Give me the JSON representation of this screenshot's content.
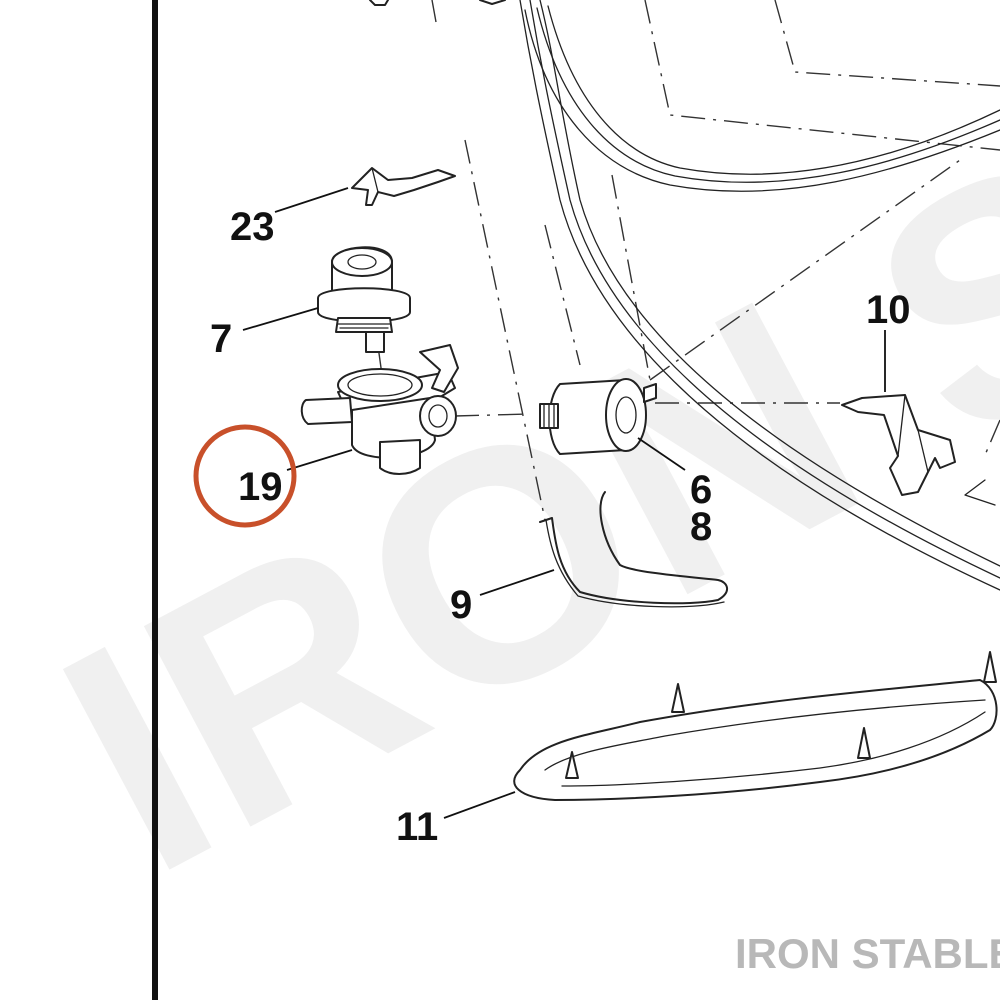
{
  "watermark": {
    "text": "IRON STABLE"
  },
  "brand": {
    "text": "IRON STABLE"
  },
  "highlight": {
    "color": "#c8502a",
    "target": "19"
  },
  "colors": {
    "line": "#222222",
    "watermark": "#f0f0f0",
    "brand": "#b8b8b8"
  },
  "callouts": [
    "23",
    "7",
    "19",
    "10",
    "6",
    "8",
    "9",
    "11"
  ]
}
